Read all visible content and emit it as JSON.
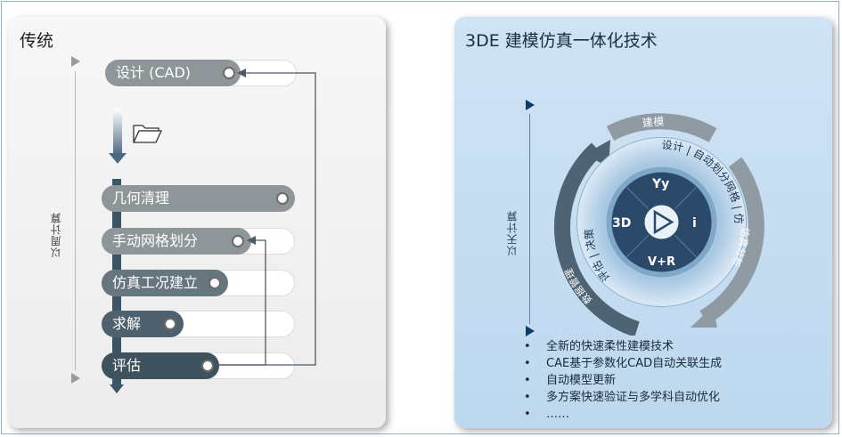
{
  "left_panel": {
    "title": "传统",
    "axis_label": "以周计算",
    "steps": [
      {
        "label": "设计 (CAD)"
      },
      {
        "label": "几何清理"
      },
      {
        "label": "手动网格划分"
      },
      {
        "label": "仿真工况建立"
      },
      {
        "label": "求解"
      },
      {
        "label": "评估"
      }
    ],
    "folder_icon": "folder-open-icon"
  },
  "right_panel": {
    "title": "3DE 建模仿真一体化技术",
    "axis_label": "以天计算",
    "cycle": {
      "top_label": "建模",
      "inner_arc_right": "设计 | 自动划分网格 | 仿真工况建立 | 求解",
      "outer_arc_right": "仿真分析",
      "inner_arc_left": "评估 | 决策",
      "outer_arc_left": "数据管理"
    },
    "hub": {
      "top": "Yy",
      "left": "3D",
      "right": "i",
      "bottom": "V+R",
      "center_icon": "play-icon"
    },
    "bullets": [
      "全新的快速柔性建模技术",
      "CAE基于参数化CAD自动关联生成",
      "自动模型更新",
      "多方案快速验证与多学科自动优化",
      "……"
    ],
    "bullet_char": "•"
  },
  "colors": {
    "accent_blue": "#0e3a66",
    "pill_gray": "#8e9699",
    "pill_dark": "#3f535f",
    "ring_blue": "#a9c8e0",
    "hub_dark": "#2b4a6a"
  }
}
